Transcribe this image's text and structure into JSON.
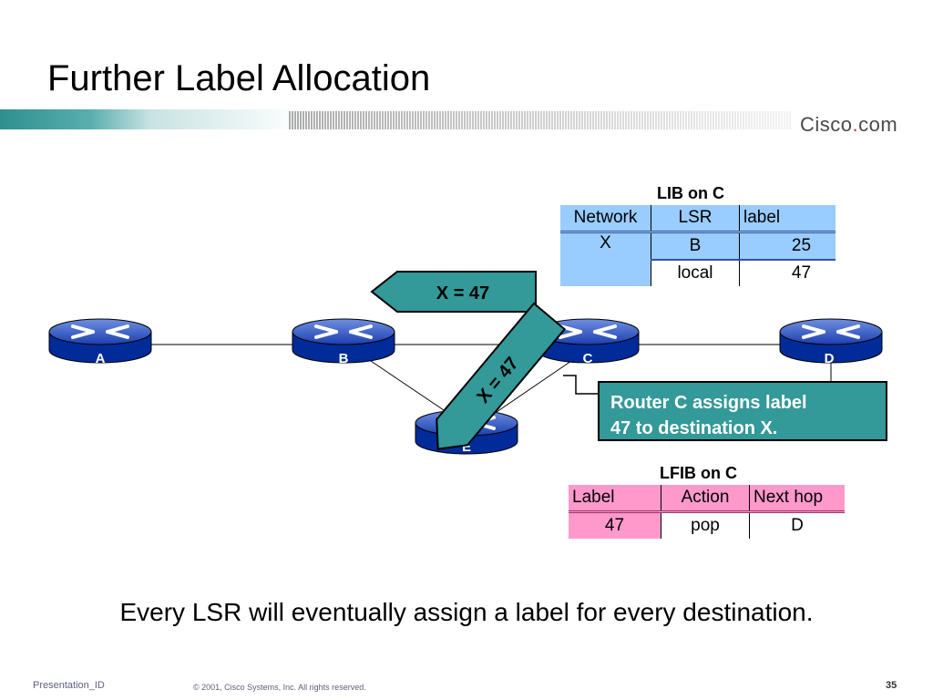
{
  "slide": {
    "title": "Further Label Allocation",
    "logo": "Cisco.com"
  },
  "colors": {
    "header_stripe": "#339999",
    "lib_fill": "#99ccff",
    "lfib_fill": "#ff99cc",
    "message_fill": "#339999",
    "router_fill": "#0033aa"
  },
  "routers": [
    {
      "id": "A",
      "label": "A"
    },
    {
      "id": "B",
      "label": "B"
    },
    {
      "id": "C",
      "label": "C"
    },
    {
      "id": "D",
      "label": "D"
    },
    {
      "id": "E",
      "label": "E"
    }
  ],
  "messages": {
    "horizontal": "X = 47",
    "diagonal": "X = 47"
  },
  "callout": {
    "line1": "Router C assigns label",
    "line2": "47 to destination X."
  },
  "lib": {
    "caption": "LIB on C",
    "headers": [
      "Network",
      "LSR",
      "label"
    ],
    "rows": [
      [
        "X",
        "B",
        "25"
      ],
      [
        "",
        "local",
        "47"
      ]
    ]
  },
  "lfib": {
    "caption": "LFIB on C",
    "headers": [
      "Label",
      "Action",
      "Next hop"
    ],
    "rows": [
      [
        "47",
        "pop",
        "D"
      ]
    ]
  },
  "footnote": "Every LSR will eventually assign a label for every destination.",
  "footer": {
    "presentation_id": "Presentation_ID",
    "copyright": "© 2001, Cisco Systems, Inc. All rights reserved.",
    "page_number": "35"
  }
}
